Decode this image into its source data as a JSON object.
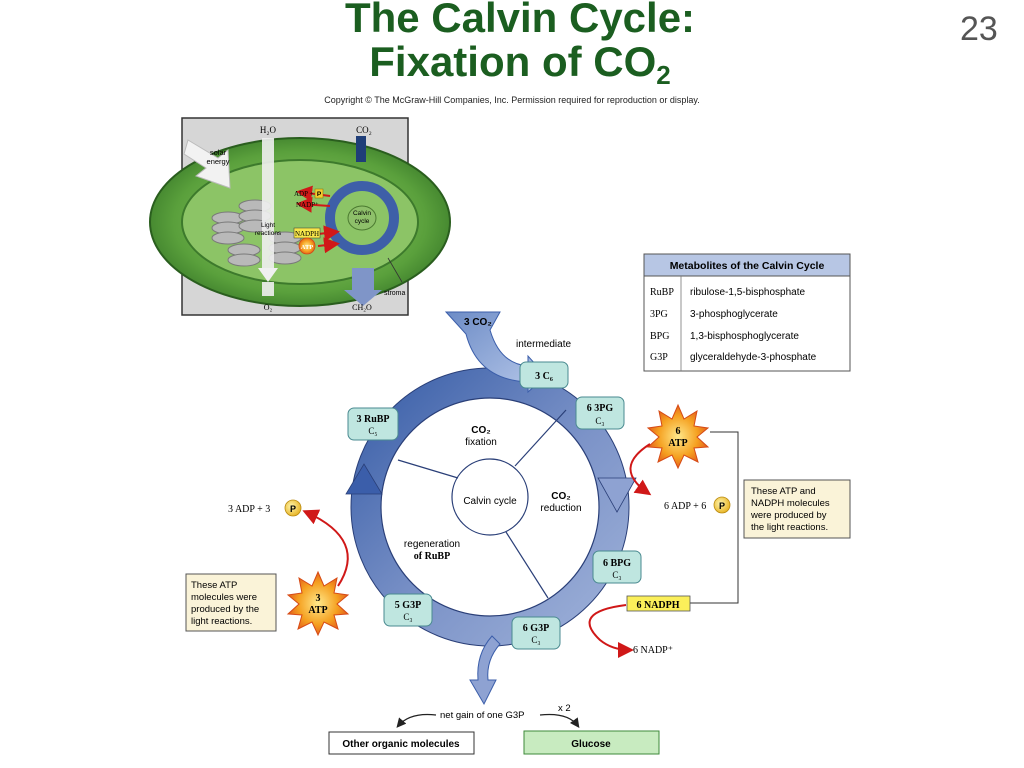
{
  "title": {
    "line1": "The Calvin Cycle:",
    "line2": "Fixation of CO",
    "line2_sub": "2"
  },
  "page_number": "23",
  "copyright": "Copyright © The McGraw-Hill Companies, Inc. Permission required for reproduction or display.",
  "inset": {
    "h2o": "H₂O",
    "co2": "CO₂",
    "solar": "solar",
    "energy": "energy",
    "adp": "ADP +",
    "p": "P",
    "nadp": "NADP⁺",
    "light": "Light",
    "reactions": "reactions",
    "nadph": "NADPH",
    "atp": "ATP",
    "calvin": "Calvin",
    "cycle": "cycle",
    "stroma": "stroma",
    "o2": "O₂",
    "ch2o": "CH₂O"
  },
  "table": {
    "header": "Metabolites of the Calvin Cycle",
    "rows": [
      {
        "abbr": "RuBP",
        "name": "ribulose-1,5-bisphosphate"
      },
      {
        "abbr": "3PG",
        "name": "3-phosphoglycerate"
      },
      {
        "abbr": "BPG",
        "name": "1,3-bisphosphoglycerate"
      },
      {
        "abbr": "G3P",
        "name": "glyceraldehyde-3-phosphate"
      }
    ]
  },
  "cycle": {
    "input_co2": "3 CO₂",
    "intermediate": "intermediate",
    "center": "Calvin cycle",
    "fixation_co2": "CO₂",
    "fixation": "fixation",
    "reduction_co2": "CO₂",
    "reduction": "reduction",
    "regeneration": "regeneration",
    "regen_of": "of RuBP",
    "boxes": {
      "c6": "3 C₆",
      "pg_a": "6 3PG",
      "pg_b": "C₃",
      "bpg_a": "6 BPG",
      "bpg_b": "C₃",
      "g3p6_a": "6 G3P",
      "g3p6_b": "C₃",
      "g3p5_a": "5 G3P",
      "g3p5_b": "C₃",
      "rubp_a": "3 RuBP",
      "rubp_b": "C₅"
    }
  },
  "energy": {
    "atp6_n": "6",
    "atp6_l": "ATP",
    "adp6": "6 ADP + 6",
    "p": "P",
    "note_right": [
      "These ATP and",
      "NADPH molecules",
      "were produced by",
      "the light reactions."
    ],
    "nadph": "6 NADPH",
    "nadp": "6 NADP⁺",
    "atp3_n": "3",
    "atp3_l": "ATP",
    "adp3": "3 ADP + 3",
    "note_left": [
      "These ATP",
      "molecules were",
      "produced by the",
      "light reactions."
    ]
  },
  "output": {
    "net_gain": "net gain of one G3P",
    "x2": "x 2",
    "other": "Other organic molecules",
    "glucose": "Glucose"
  }
}
